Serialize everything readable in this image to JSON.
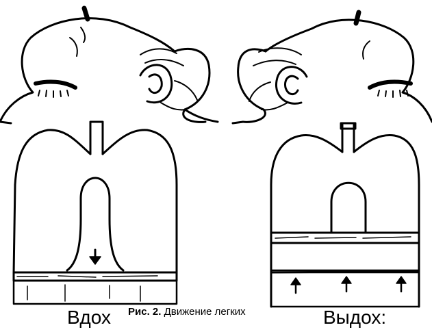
{
  "figure": {
    "caption_number": "Рис. 2.",
    "caption_text": "Движение легких",
    "panels": [
      {
        "label": "Вдох"
      },
      {
        "label": "Выдох:"
      }
    ]
  }
}
